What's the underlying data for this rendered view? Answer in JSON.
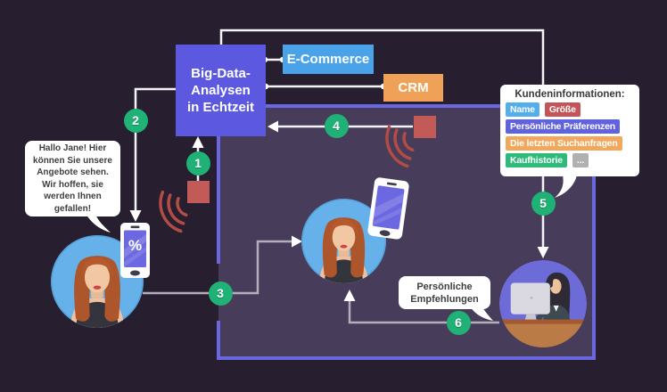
{
  "diagram": {
    "analytics_box": {
      "label": "Big-Data-\nAnalysen\nin Echtzeit"
    },
    "systems": {
      "ecommerce_label": "E-Commerce",
      "crm_label": "CRM"
    },
    "steps": [
      {
        "number": "1"
      },
      {
        "number": "2"
      },
      {
        "number": "3"
      },
      {
        "number": "4"
      },
      {
        "number": "5"
      },
      {
        "number": "6"
      }
    ],
    "offer_bubble": {
      "text": "Hallo Jane! Hier\nkönnen Sie unsere\nAngebote sehen.\nWir hoffen, sie\nwerden Ihnen\ngefallen!"
    },
    "recommendation_bubble": {
      "text": "Persönliche\nEmpfehlungen"
    },
    "customer_info": {
      "title": "Kundeninformationen:",
      "tags": [
        {
          "label": "Name",
          "color": "#55aeec"
        },
        {
          "label": "Größe",
          "color": "#c4545a"
        },
        {
          "label": "Persönliche Präferenzen",
          "color": "#6163dc"
        },
        {
          "label": "Die letzten Suchanfragen",
          "color": "#f2a85c"
        },
        {
          "label": "Kaufhistorie",
          "color": "#2eba78"
        },
        {
          "label": "...",
          "color": "#b0b0b0"
        }
      ]
    },
    "phone_badge": {
      "label": "%"
    },
    "colors": {
      "background": "#271f30",
      "panel": "#473d5a",
      "panel_border": "#6b67e0",
      "accent_purple": "#5c59e0",
      "accent_blue": "#4aa3e8",
      "accent_orange": "#efa257",
      "step_green": "#1fb175",
      "signal_red": "#c25b58",
      "avatar_blue": "#67b1ea",
      "desk_circle": "#6d6bd7"
    }
  }
}
